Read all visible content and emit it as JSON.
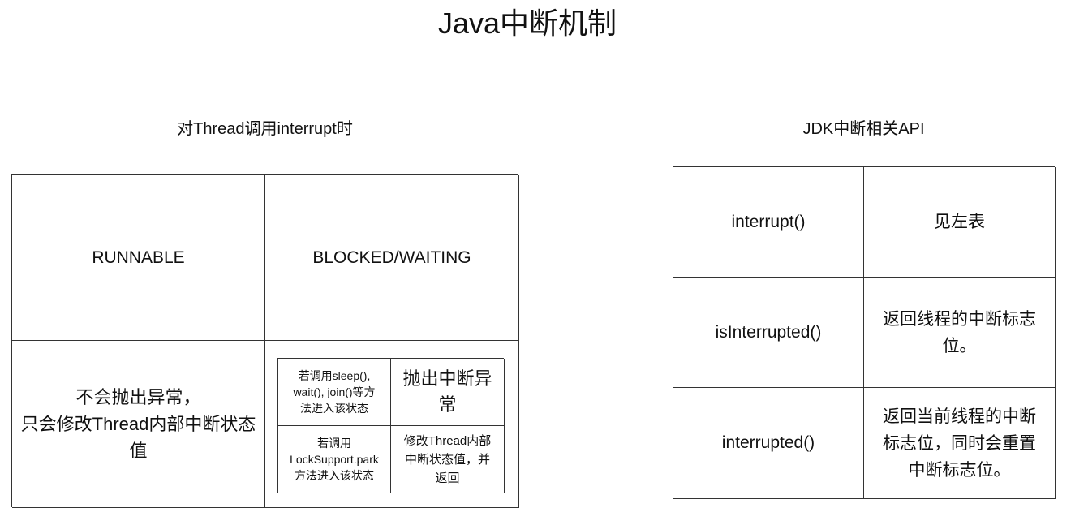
{
  "title": "Java中断机制",
  "left_section": {
    "caption": "对Thread调用interrupt时",
    "headers": [
      "RUNNABLE",
      "BLOCKED/WAITING"
    ],
    "runnable_effect": "不会抛出异常，\n只会修改Thread内部中断状态值",
    "blocked_waiting": {
      "rows": [
        {
          "condition": "若调用sleep(),\nwait(), join()等方\n法进入该状态",
          "effect": "抛出中断异\n常"
        },
        {
          "condition": "若调用\nLockSupport.park\n方法进入该状态",
          "effect": "修改Thread内部\n中断状态值，并\n返回"
        }
      ]
    }
  },
  "right_section": {
    "caption": "JDK中断相关API",
    "rows": [
      {
        "method": "interrupt()",
        "description": "见左表"
      },
      {
        "method": "isInterrupted()",
        "description": "返回线程的中断标志\n位。"
      },
      {
        "method": "interrupted()",
        "description": "返回当前线程的中断\n标志位，同时会重置\n中断标志位。"
      }
    ]
  }
}
